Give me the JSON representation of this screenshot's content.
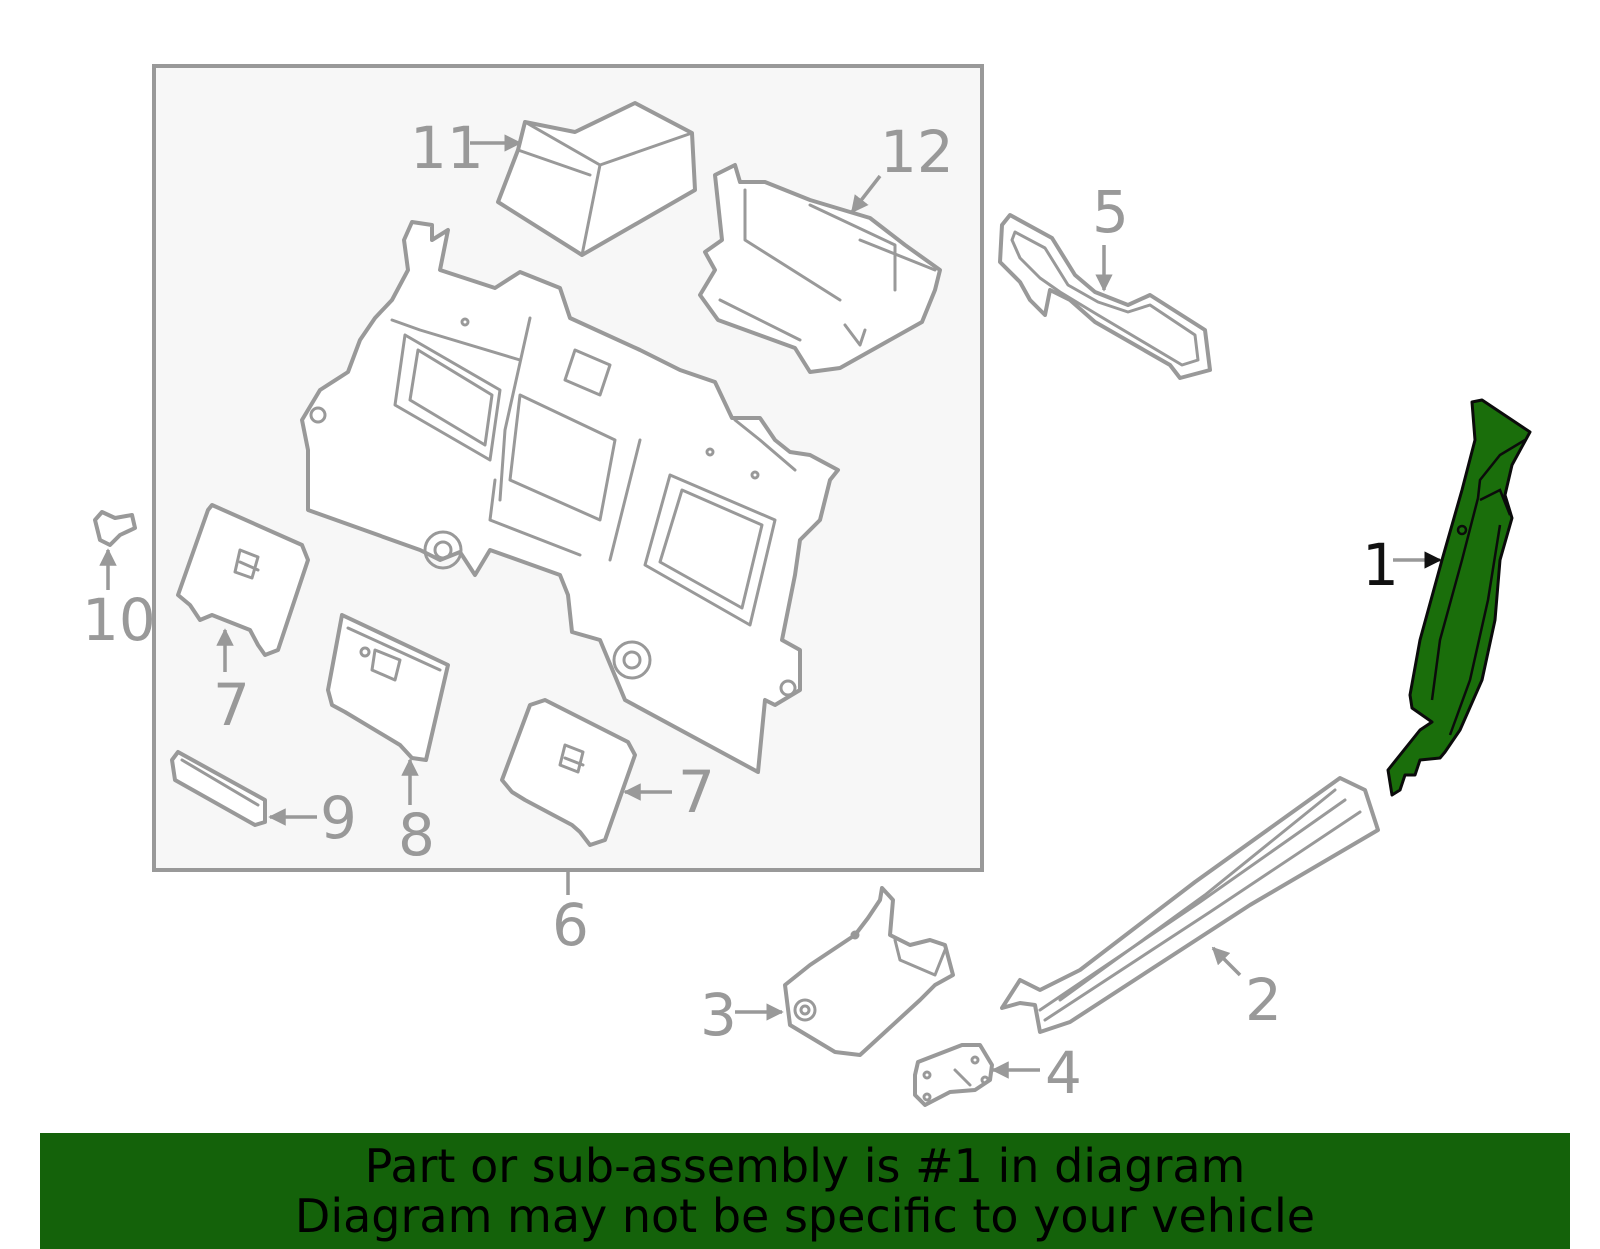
{
  "colors": {
    "highlight": "#1a6e0b",
    "banner_background": "#14620a",
    "outline": "#999999",
    "active_label": "#111111"
  },
  "callouts": {
    "c1": "1",
    "c2": "2",
    "c3": "3",
    "c4": "4",
    "c5": "5",
    "c6": "6",
    "c7a": "7",
    "c7b": "7",
    "c8": "8",
    "c9": "9",
    "c10": "10",
    "c11": "11",
    "c12": "12"
  },
  "highlighted_part": "1",
  "banner": {
    "line1": "Part or sub-assembly is #1 in diagram",
    "line2": "Diagram may not be specific to your vehicle"
  }
}
